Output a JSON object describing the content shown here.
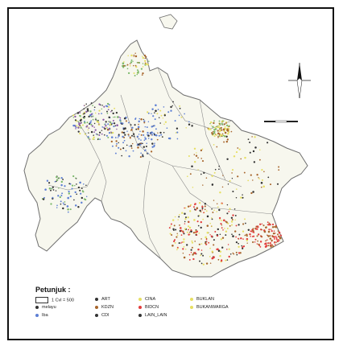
{
  "map": {
    "colors": {
      "outline": "#6f6f6f",
      "land": "#f7f7ee",
      "green": "#7bb86a",
      "yellow": "#e7df62",
      "brown": "#a7652c",
      "red": "#e23c3c",
      "blue": "#5d7fd4",
      "purple": "#8b5aa8",
      "black": "#333333"
    },
    "legend": {
      "title": "Petunjuk :",
      "items": [
        {
          "label": "1 Cvl = 500",
          "kind": "box",
          "color": "#ffffff"
        },
        {
          "label": "melayu",
          "kind": "dot",
          "color": "#333333"
        },
        {
          "label": "Iba",
          "kind": "dot",
          "color": "#5d7fd4"
        },
        {
          "label": "ART",
          "kind": "dot",
          "color": "#333333"
        },
        {
          "label": "KDZN",
          "kind": "dot",
          "color": "#a7652c"
        },
        {
          "label": "CDI",
          "kind": "dot",
          "color": "#333333"
        },
        {
          "label": "CINA",
          "kind": "dot",
          "color": "#e7df62"
        },
        {
          "label": "BIDCN",
          "kind": "dot",
          "color": "#e23c3c"
        },
        {
          "label": "LAIN_LAIN",
          "kind": "dot",
          "color": "#333333"
        },
        {
          "label": "BUKLAN",
          "kind": "dot",
          "color": "#e7df62"
        },
        {
          "label": "BUKANWARGA",
          "kind": "dot",
          "color": "#e7df62"
        }
      ]
    }
  }
}
